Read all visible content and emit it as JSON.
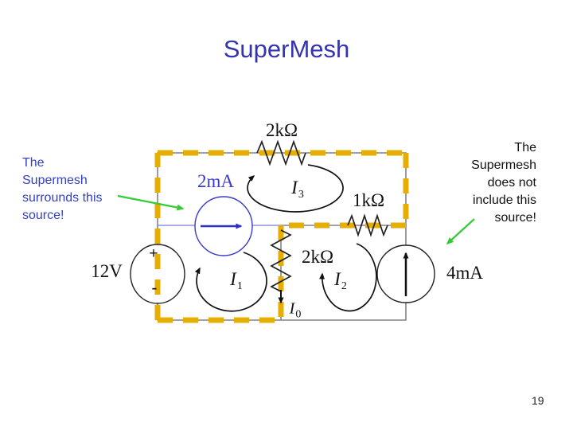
{
  "slide": {
    "title": "SuperMesh",
    "page_number": "19"
  },
  "colors": {
    "title_blue": "#3333b3",
    "annotation_blue": "#3340c4",
    "supermesh_yellow": "#e6ae00",
    "wire_gray": "#848484",
    "source_blue": "#3a3acc",
    "source_branch_wire_blue": "#8f94d8",
    "arrow_green": "#33cc33",
    "component_black": "#111111"
  },
  "annotations": {
    "left": {
      "lines": [
        "The",
        "Supermesh",
        "surrounds this",
        "source!"
      ]
    },
    "right": {
      "lines": [
        "The",
        "Supermesh",
        "does not",
        "include this",
        "source!"
      ]
    }
  },
  "circuit": {
    "top_resistor_label": "2kΩ",
    "right_resistor_label": "1kΩ",
    "middle_resistor_label": "2kΩ",
    "voltage_source_label": "12V",
    "voltage_source_plus": "+",
    "voltage_source_minus": "-",
    "left_current_source_label": "2mA",
    "right_current_source_label": "4mA",
    "mesh_current_1": {
      "base": "I",
      "sub": "1"
    },
    "mesh_current_2": {
      "base": "I",
      "sub": "2"
    },
    "mesh_current_3": {
      "base": "I",
      "sub": "3"
    },
    "branch_current": {
      "base": "I",
      "sub": "0"
    }
  }
}
